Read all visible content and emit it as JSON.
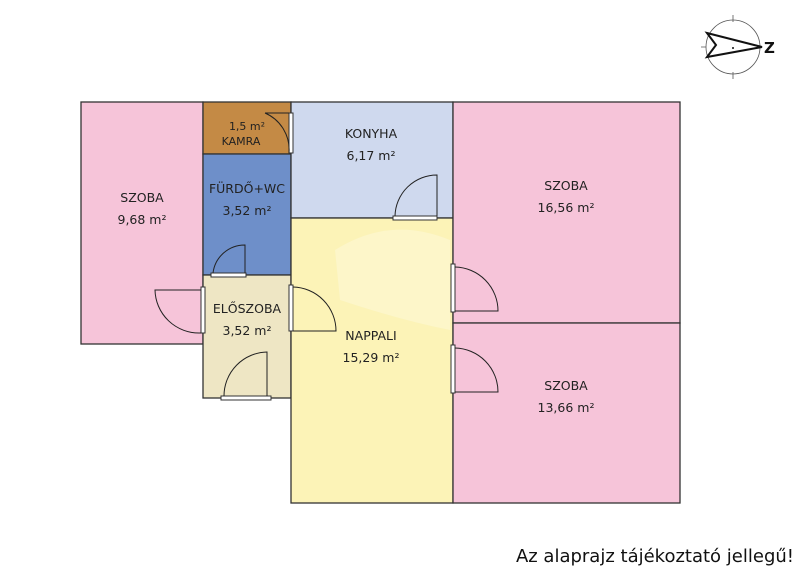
{
  "rooms": {
    "szoba_left": {
      "name": "SZOBA",
      "area": "9,68 m²",
      "color": "#f6c4d9"
    },
    "kamra": {
      "name": "KAMRA",
      "area": "1,5 m²",
      "color": "#c48a45"
    },
    "furdo": {
      "name": "FÜRDŐ+WC",
      "area": "3,52 m²",
      "color": "#6e8fc9"
    },
    "eloszoba": {
      "name": "ELŐSZOBA",
      "area": "3,52 m²",
      "color": "#eee6c4"
    },
    "konyha": {
      "name": "KONYHA",
      "area": "6,17 m²",
      "color": "#cfd9ee"
    },
    "nappali": {
      "name": "NAPPALI",
      "area": "15,29 m²",
      "color": "#fcf3b7"
    },
    "szoba_top_right": {
      "name": "SZOBA",
      "area": "16,56 m²",
      "color": "#f6c4d9"
    },
    "szoba_bottom_right": {
      "name": "SZOBA",
      "area": "13,66 m²",
      "color": "#f6c4d9"
    }
  },
  "compass": {
    "label": "Z"
  },
  "disclaimer": "Az alaprajz tájékoztató jellegű!"
}
